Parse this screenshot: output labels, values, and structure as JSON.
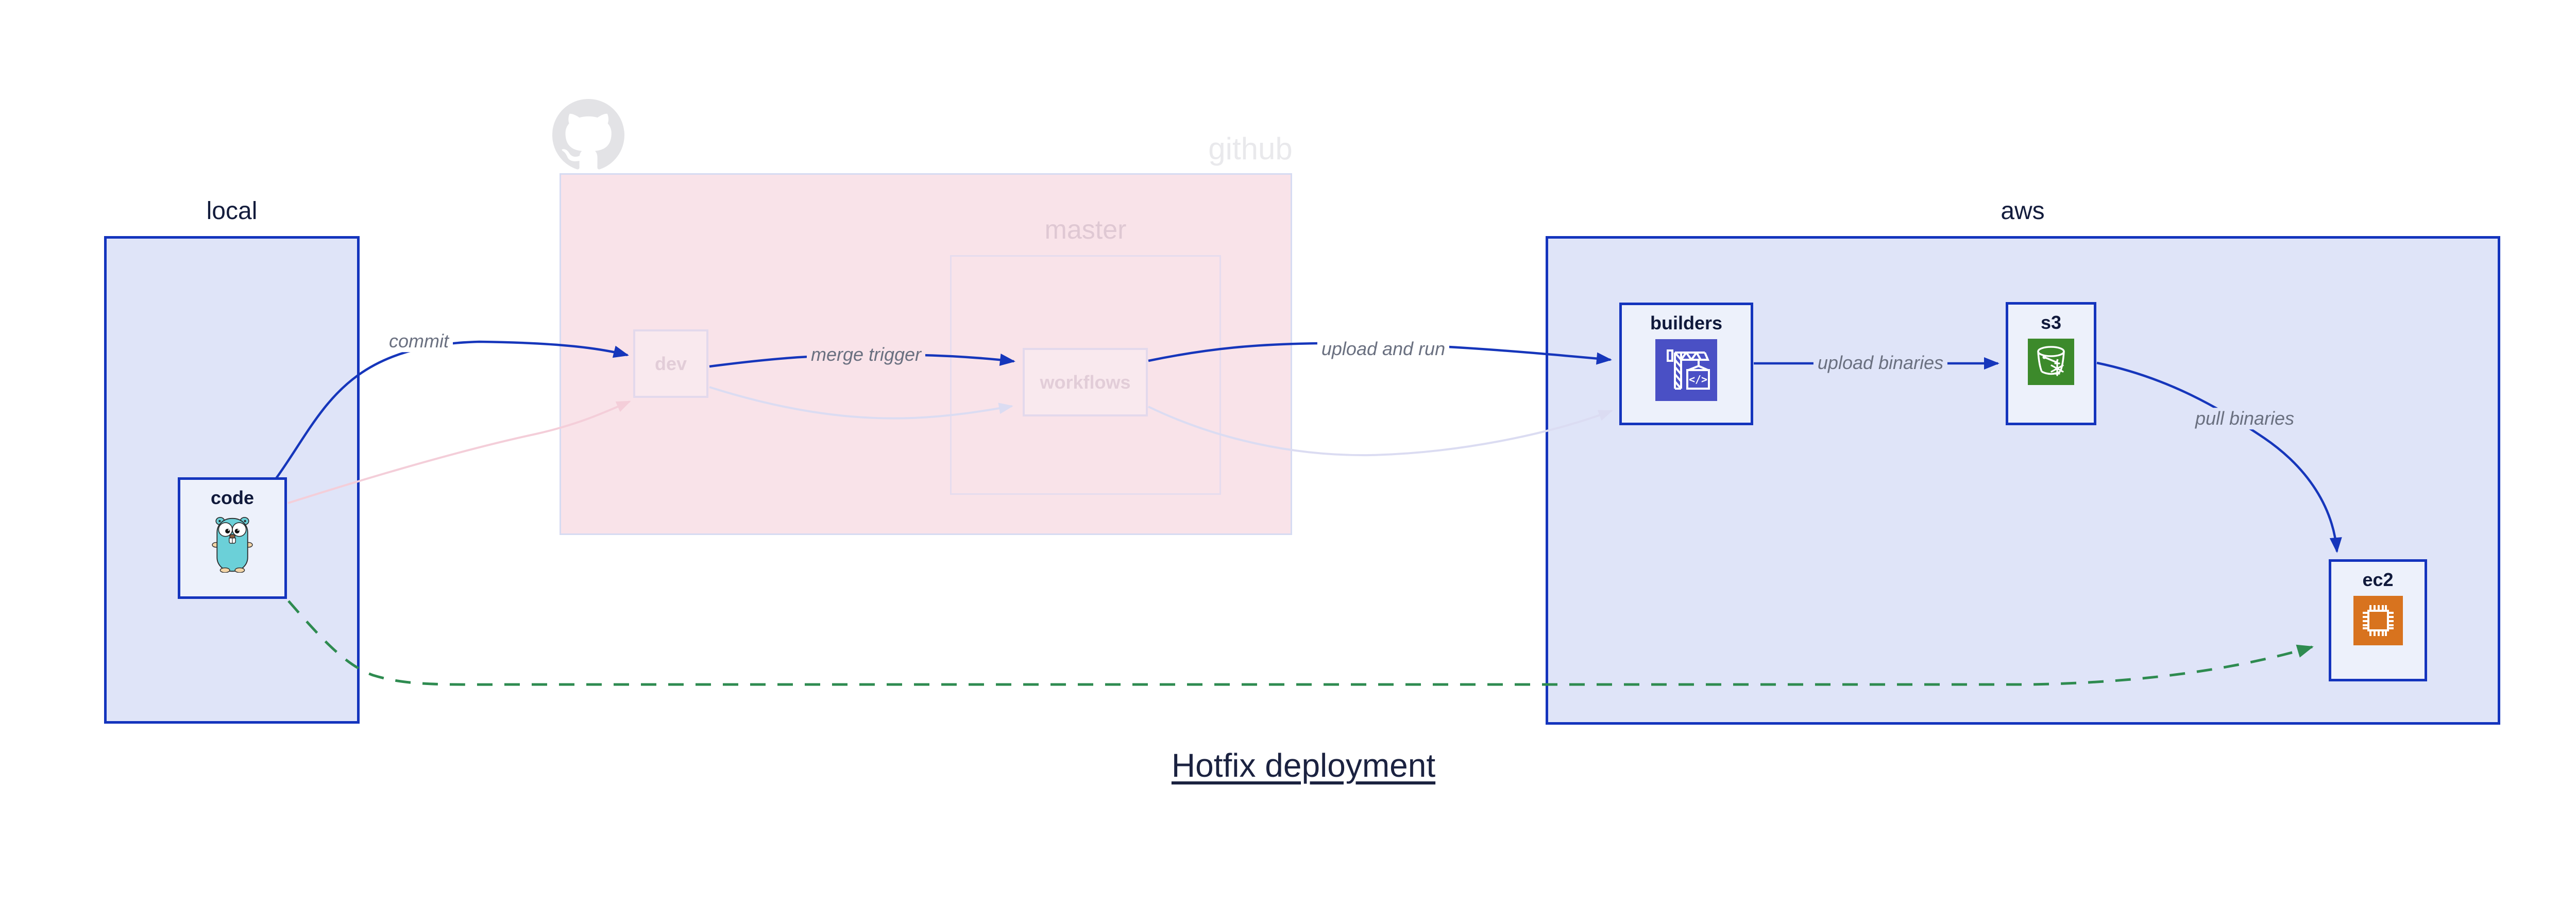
{
  "title": "Hotfix deployment",
  "groups": {
    "local": {
      "label": "local"
    },
    "github": {
      "label": "github"
    },
    "master": {
      "label": "master"
    },
    "aws": {
      "label": "aws"
    }
  },
  "nodes": {
    "code": {
      "label": "code",
      "icon": "go-gopher-icon"
    },
    "dev": {
      "label": "dev"
    },
    "workflows": {
      "label": "workflows"
    },
    "builders": {
      "label": "builders",
      "icon": "codebuild-crane-icon"
    },
    "s3": {
      "label": "s3",
      "icon": "s3-bucket-icon"
    },
    "ec2": {
      "label": "ec2",
      "icon": "ec2-chip-icon"
    }
  },
  "edges": {
    "commit": {
      "label": "commit",
      "from": "code",
      "to": "dev",
      "style": "solid-blue"
    },
    "merge_trigger": {
      "label": "merge trigger",
      "from": "dev",
      "to": "workflows",
      "style": "solid-blue"
    },
    "upload_and_run": {
      "label": "upload and run",
      "from": "workflows",
      "to": "builders",
      "style": "solid-blue"
    },
    "upload_binaries": {
      "label": "upload binaries",
      "from": "builders",
      "to": "s3",
      "style": "solid-blue"
    },
    "pull_binaries": {
      "label": "pull binaries",
      "from": "s3",
      "to": "ec2",
      "style": "solid-blue"
    },
    "hotfix_path": {
      "label": "",
      "from": "code",
      "to": "ec2",
      "style": "dashed-green"
    },
    "faded_commit": {
      "label": "",
      "from": "code",
      "to": "dev",
      "style": "faded-pink"
    },
    "faded_merge": {
      "label": "",
      "from": "dev",
      "to": "workflows",
      "style": "faded-lavender"
    },
    "faded_run": {
      "label": "",
      "from": "workflows",
      "to": "builders",
      "style": "faded-lavender"
    }
  },
  "colors": {
    "arrow_blue": "#1636bb",
    "arrow_green": "#2e8b50",
    "arrow_faded_pink": "#f4ced9",
    "arrow_faded_lavender": "#dbdcf2",
    "group_fill_blue": "#dfe4f8",
    "group_fill_pink": "#f9e3e9",
    "group_border_blue": "#1434bd",
    "node_fill": "#edf1fb",
    "label_navy": "#10193b",
    "edge_label_gray": "#6a7080",
    "icon_codebuild_bg": "#4a50c5",
    "icon_s3_bg": "#3c8a2b",
    "icon_ec2_bg": "#d8731e",
    "gopher_teal": "#6bd0d8",
    "octocat_gray": "#e3e3e6"
  }
}
